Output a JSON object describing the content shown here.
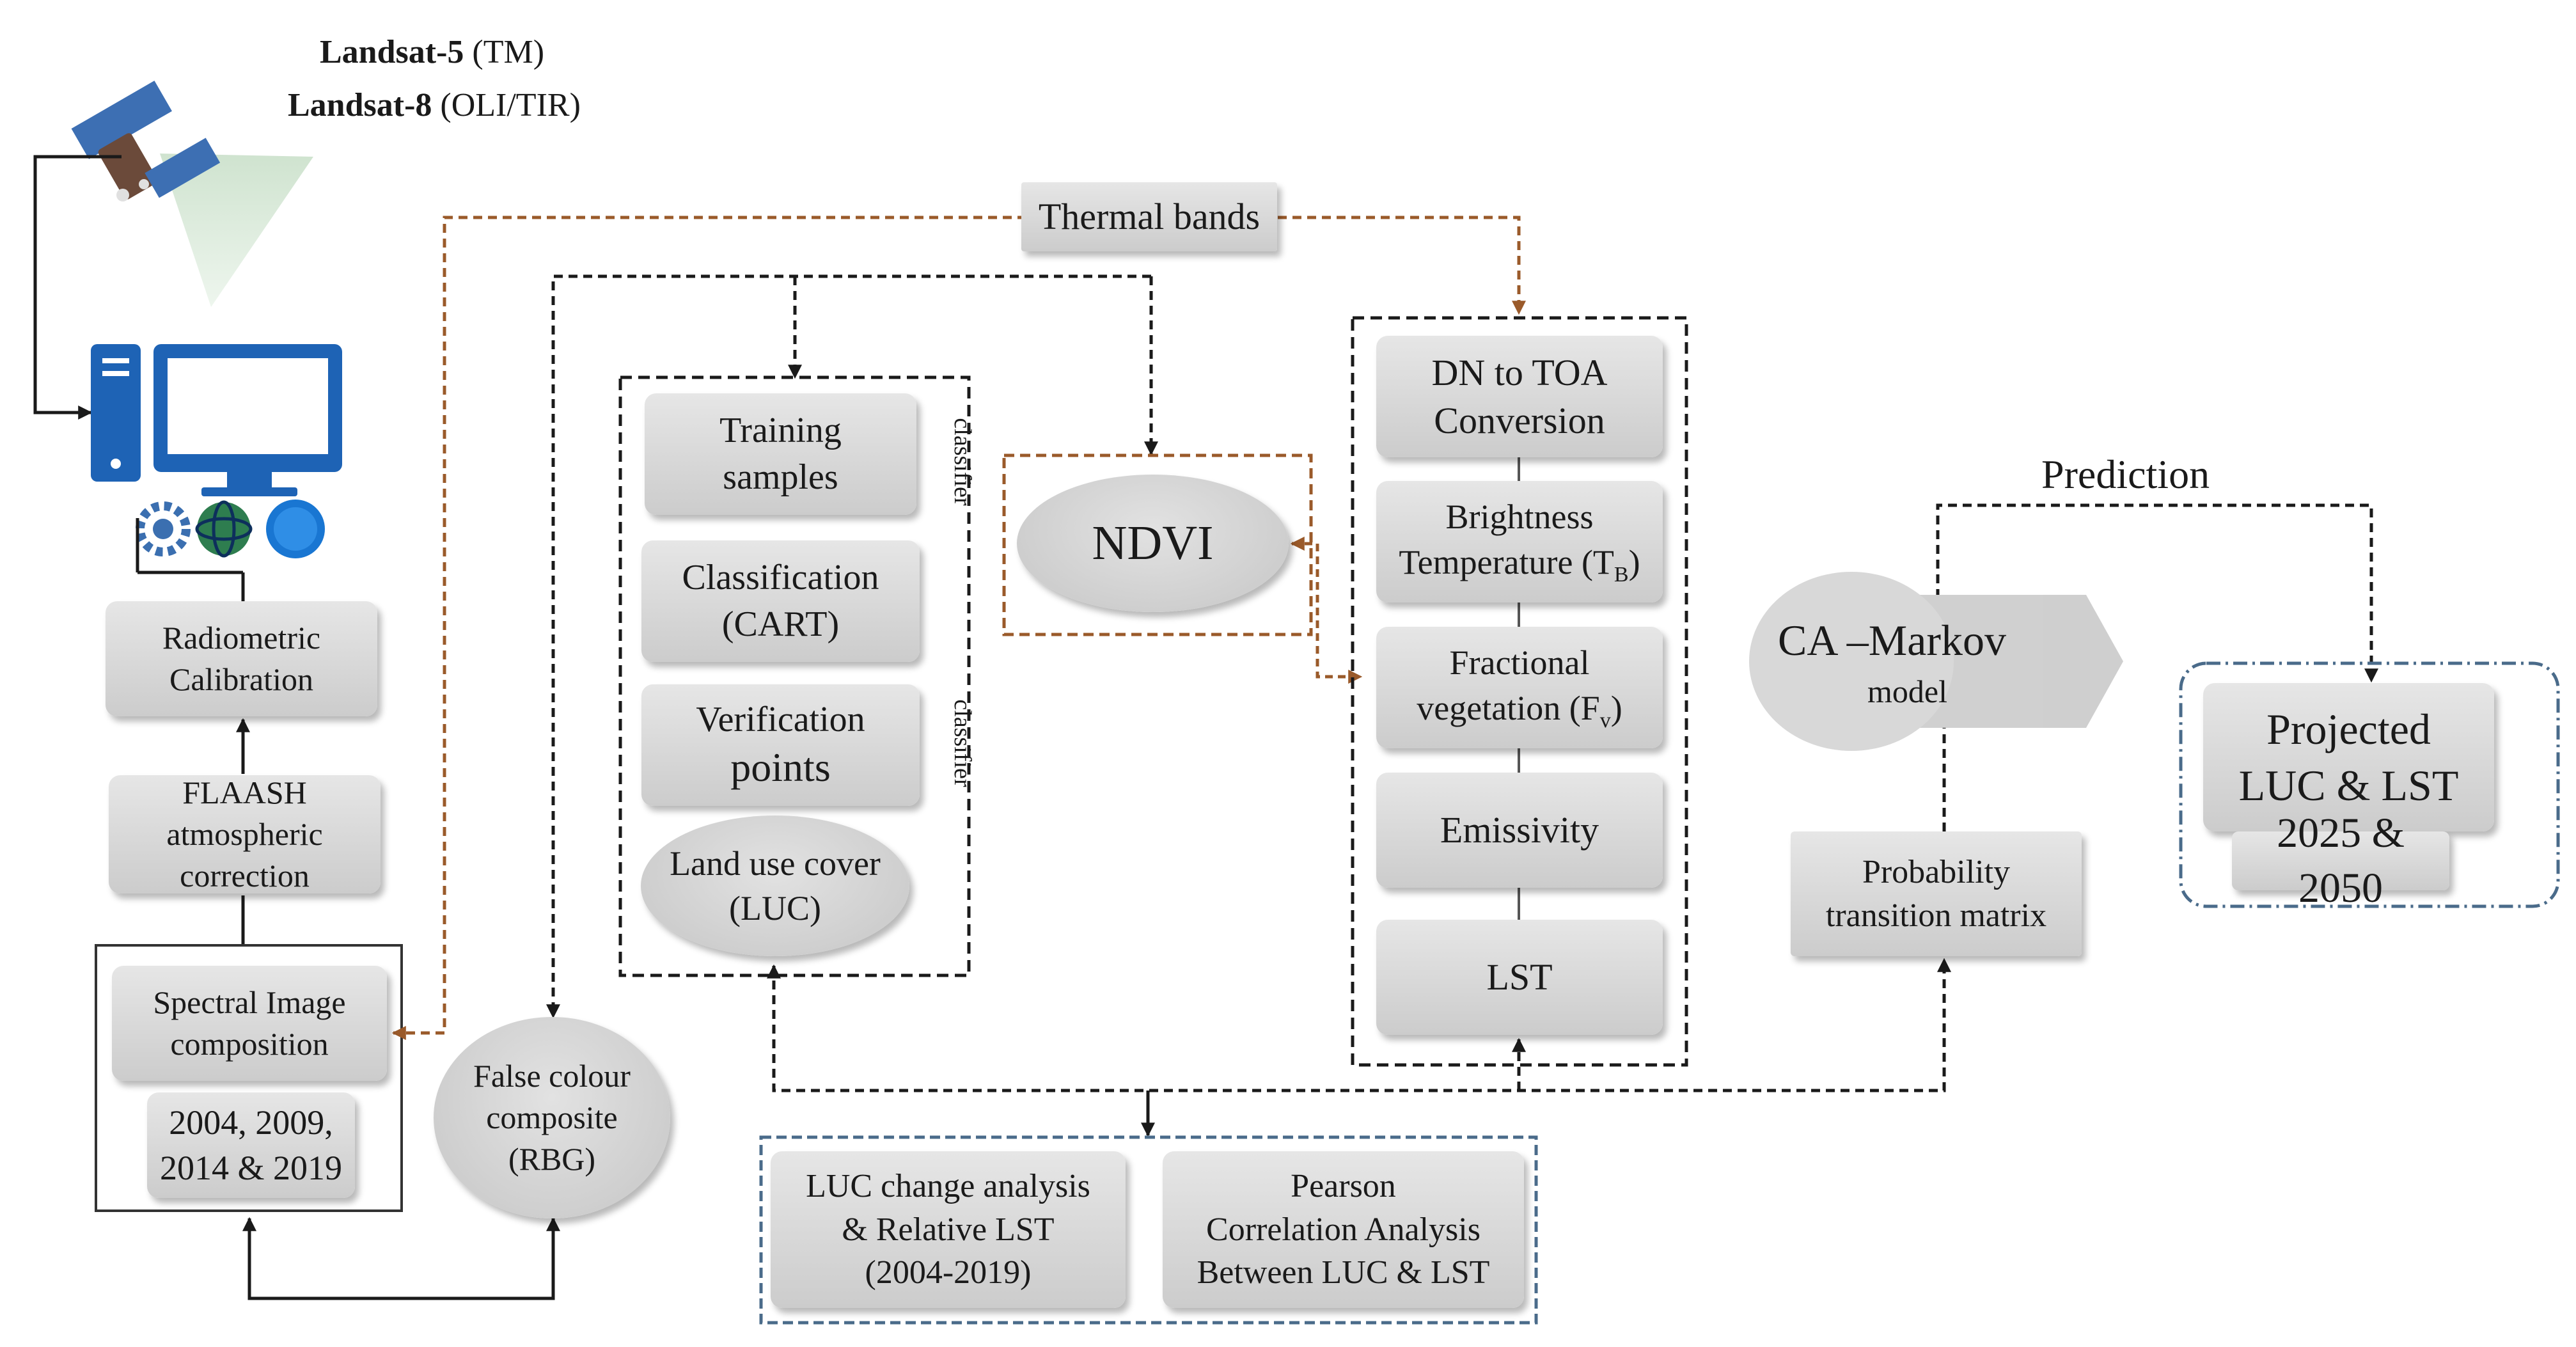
{
  "source": {
    "landsat5_bold": "Landsat-5",
    "landsat5_sensor": " (TM)",
    "landsat8_bold": "Landsat-8",
    "landsat8_sensor": " (OLI/TIR)"
  },
  "software_icons": [
    "gear-icon",
    "globe-icon",
    "r-language-icon"
  ],
  "preprocessing": {
    "radiometric": "Radiometric\nCalibration",
    "flaash": "FLAASH\natmospheric\ncorrection",
    "spectral": "Spectral Image\ncomposition",
    "years": "2004, 2009,\n2014 & 2019"
  },
  "thermal_bands": "Thermal bands",
  "false_colour": "False colour\ncomposite\n(RBG)",
  "classification": {
    "training": "Training\nsamples",
    "cart": "Classification\n(CART)",
    "verification_line1": "Verification",
    "verification_line2": "points",
    "luc": "Land use cover\n(LUC)",
    "side_label_1": "classifier",
    "side_label_2": "classifier"
  },
  "ndvi": "NDVI",
  "lst_chain": {
    "dn_toa": "DN to TOA\nConversion",
    "brightness_text": "Brightness\nTemperature (T",
    "brightness_sub": "B",
    "brightness_close": ")",
    "fractional_text": "Fractional\nvegetation (F",
    "fractional_sub": "v",
    "fractional_close": ")",
    "emissivity": "Emissivity",
    "lst": "LST"
  },
  "ca_markov": {
    "title": "CA –Markov",
    "subtitle": "model"
  },
  "probability": "Probability\ntransition matrix",
  "prediction": "Prediction",
  "projected": {
    "title": "Projected\nLUC & LST",
    "years": "2025 & 2050"
  },
  "analysis": {
    "luc_change": "LUC change analysis\n& Relative LST\n(2004-2019)",
    "pearson": "Pearson\nCorrelation Analysis\nBetween LUC & LST"
  },
  "colors": {
    "box_fill": "#d4d4d4",
    "brown_connector": "#9a5a2a",
    "blue_border": "#4a6b8a",
    "icon_blue": "#1565c0"
  }
}
